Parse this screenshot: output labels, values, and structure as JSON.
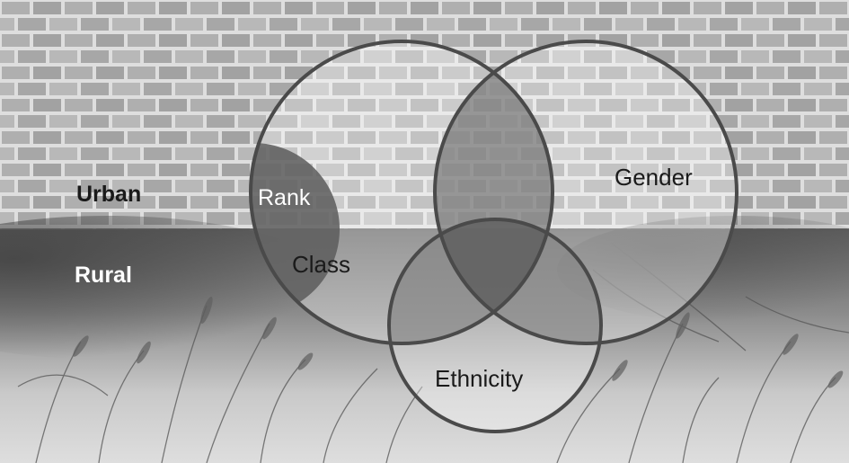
{
  "backgrounds": {
    "top_label": "Urban",
    "bottom_label": "Rural"
  },
  "circles": {
    "class": "Class",
    "gender": "Gender",
    "ethnicity": "Ethnicity",
    "rank": "Rank"
  },
  "colors": {
    "circle_stroke": "#4a4a4a",
    "overlap_fill": "#5a5a5a",
    "rank_fill": "#5c5c5c",
    "brick_base": "#9a9a9a",
    "mortar": "#e2e2e2",
    "sky_dark": "#6f6f6f",
    "sky_light": "#d8d8d8"
  }
}
